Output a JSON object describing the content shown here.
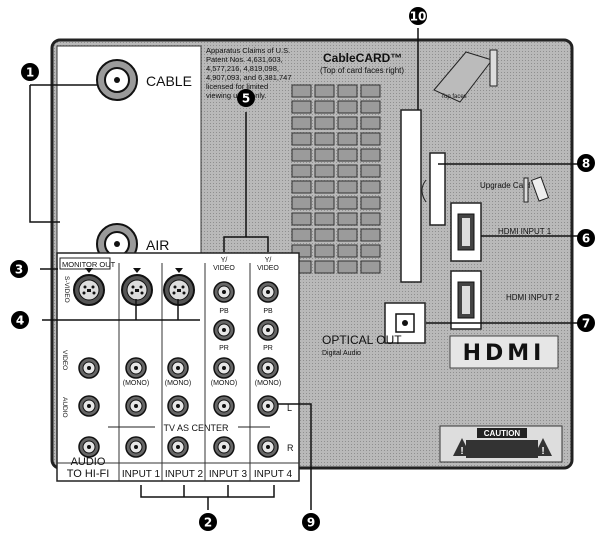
{
  "antenna": {
    "cable_label": "CABLE",
    "air_label": "AIR"
  },
  "patent_notice": [
    "Apparatus Claims of U.S.",
    "Patent Nos. 4,631,603,",
    "4,577,216, 4,819,098,",
    "4,907,093, and 6,381,747",
    "licensed for limited",
    "viewing uses only."
  ],
  "cablecard": {
    "title": "CableCARD™",
    "subtitle": "(Top of card faces right)",
    "top_faces": "Top faces"
  },
  "upgrade_card_label": "Upgrade Card",
  "hdmi": {
    "input1": "HDMI INPUT 1",
    "input2": "HDMI INPUT 2",
    "logo": "HDMI"
  },
  "optical": {
    "title": "OPTICAL OUT",
    "subtitle": "Digital Audio"
  },
  "monitor_out_label": "MONITOR OUT",
  "svideo_vertical": "S-VIDEO",
  "video_vertical": "VIDEO",
  "audio_vertical": "AUDIO",
  "audio_hifi": [
    "AUDIO",
    "TO HI-FI"
  ],
  "component": {
    "y_video": [
      "Y/",
      "VIDEO"
    ],
    "pb": "PB",
    "pr": "PR",
    "mono": "(MONO)"
  },
  "tv_as_center": "TV AS CENTER",
  "channel_l": "L",
  "channel_r": "R",
  "inputs": [
    "INPUT 1",
    "INPUT 2",
    "INPUT 3",
    "INPUT 4"
  ],
  "caution": "CAUTION",
  "callouts": [
    "1",
    "2",
    "3",
    "4",
    "5",
    "6",
    "7",
    "8",
    "9",
    "10"
  ],
  "colors": {
    "panel": "#b5b5b5",
    "callout": "#000000",
    "jack_light": "#e6e6e6"
  }
}
